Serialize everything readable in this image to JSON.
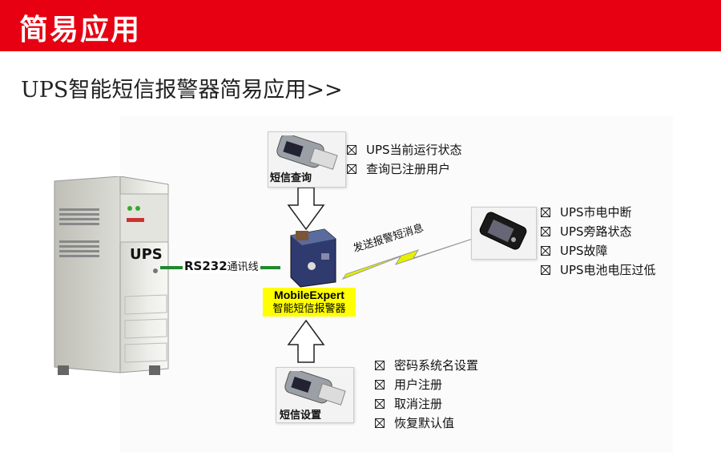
{
  "banner": {
    "title": "简易应用"
  },
  "subtitle": "UPS智能短信报警器简易应用>>",
  "ups": {
    "label": "UPS"
  },
  "connection": {
    "rs232": "RS232",
    "suffix": "通讯线"
  },
  "device": {
    "brand": "MobileExpert",
    "name": "智能短信报警器"
  },
  "send_message": "发送报警短消息",
  "top_phone": {
    "label": "短信查询",
    "items": [
      "UPS当前运行状态",
      "查询已注册用户"
    ]
  },
  "right_phone": {
    "items": [
      "UPS市电中断",
      "UPS旁路状态",
      "UPS故障",
      "UPS电池电压过低"
    ]
  },
  "bottom_phone": {
    "label": "短信设置",
    "items": [
      "密码系统名设置",
      "用户注册",
      "取消注册",
      "恢复默认值"
    ]
  },
  "colors": {
    "banner": "#e60012",
    "connector": "#1f8a2e",
    "lightning": "#e6f000",
    "device_label_bg": "#ffff00"
  }
}
